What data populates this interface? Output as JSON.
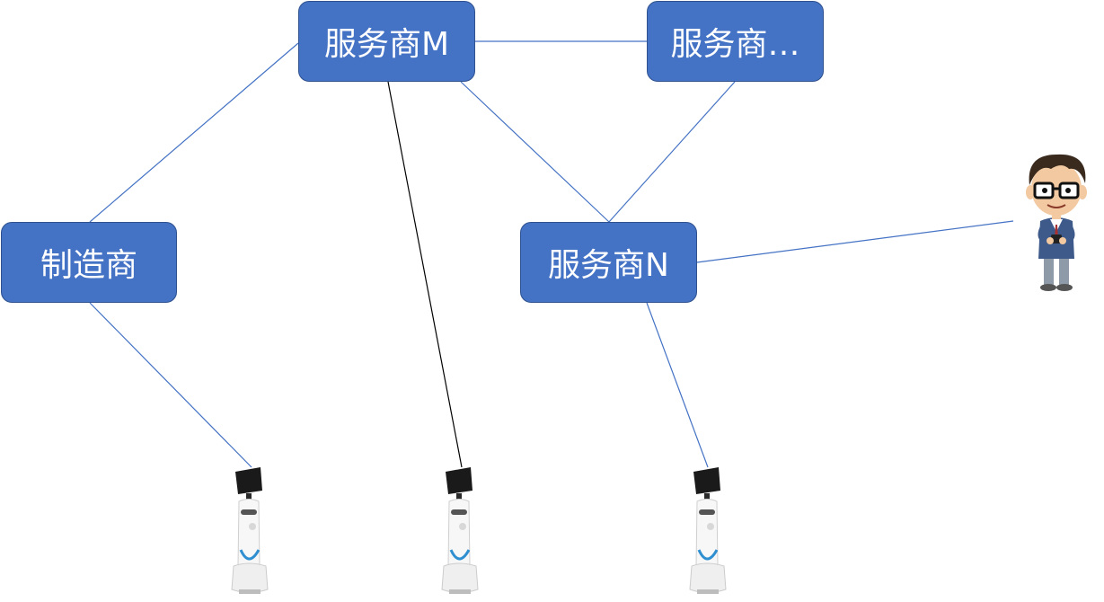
{
  "nodes": {
    "provider_m": "服务商M",
    "provider_more": "服务商…",
    "manufacturer": "制造商",
    "provider_n": "服务商N"
  },
  "colors": {
    "node_fill": "#4472c4",
    "node_border": "#2f528f",
    "edge_blue": "#4472c4",
    "edge_black": "#000000"
  },
  "icons": [
    "service-robot-icon",
    "person-user-icon"
  ]
}
